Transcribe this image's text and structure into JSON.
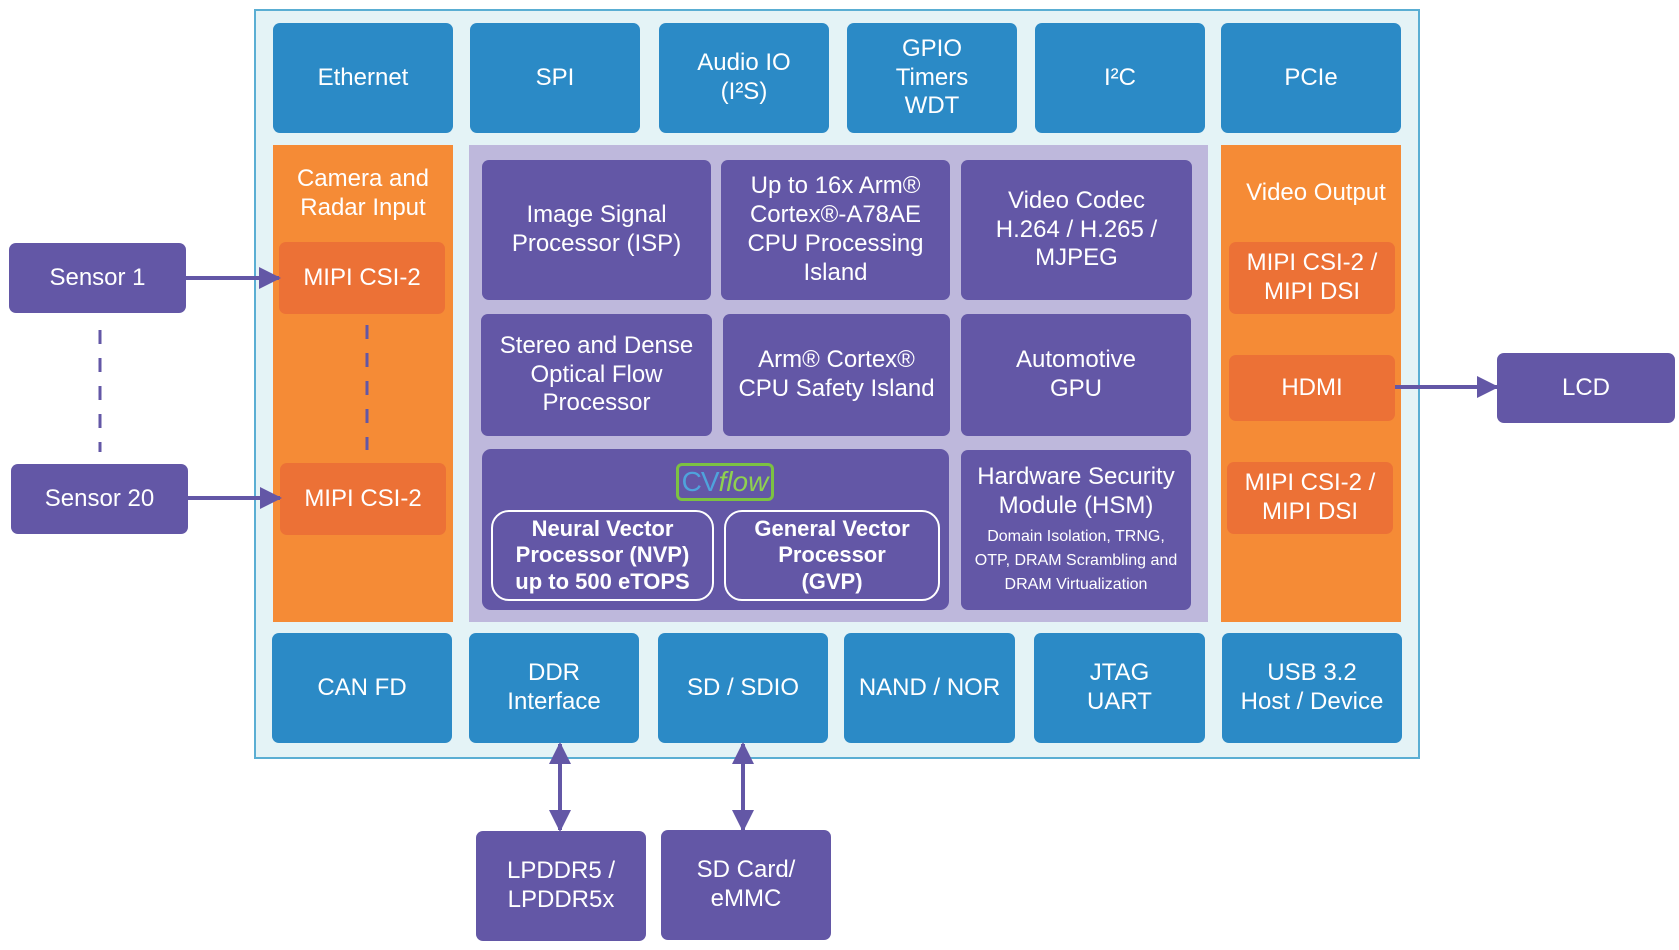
{
  "colors": {
    "interface_blue": "#2b8ac6",
    "compute_purple": "#6357a6",
    "io_orange": "#f58b36",
    "io_orange_sub": "#ec7136",
    "core_background": "#beb8dc",
    "soc_background": "#e4f3f6",
    "cvflow_green": "#7cc142",
    "cvflow_blue": "#4fa3dc"
  },
  "top_interfaces": [
    {
      "label": "Ethernet"
    },
    {
      "label": "SPI"
    },
    {
      "label": "Audio IO\n(I²S)"
    },
    {
      "label": "GPIO\nTimers\nWDT"
    },
    {
      "label": "I²C"
    },
    {
      "label": "PCIe"
    }
  ],
  "bottom_interfaces": [
    {
      "label": "CAN FD"
    },
    {
      "label": "DDR\nInterface"
    },
    {
      "label": "SD / SDIO"
    },
    {
      "label": "NAND / NOR"
    },
    {
      "label": "JTAG\nUART"
    },
    {
      "label": "USB 3.2\nHost / Device"
    }
  ],
  "camera_input": {
    "title": "Camera and\nRadar Input",
    "ports": [
      {
        "label": "MIPI CSI-2"
      },
      {
        "label": "MIPI CSI-2"
      }
    ]
  },
  "video_output": {
    "title": "Video Output",
    "ports": [
      {
        "label": "MIPI CSI-2 /\nMIPI DSI"
      },
      {
        "label": "HDMI"
      },
      {
        "label": "MIPI CSI-2 /\nMIPI DSI"
      }
    ]
  },
  "core_blocks": [
    {
      "label": "Image Signal\nProcessor (ISP)"
    },
    {
      "label": "Up to 16x Arm®\nCortex®-A78AE\nCPU Processing\nIsland"
    },
    {
      "label": "Video Codec\nH.264 / H.265 /\nMJPEG"
    },
    {
      "label": "Stereo and Dense\nOptical Flow\nProcessor"
    },
    {
      "label": "Arm® Cortex®\nCPU Safety Island"
    },
    {
      "label": "Automotive\nGPU"
    }
  ],
  "cvflow": {
    "logo_cv": "CV",
    "logo_flow": "flow",
    "nvp": "Neural Vector\nProcessor (NVP)\nup to 500 eTOPS",
    "gvp": "General Vector\nProcessor\n(GVP)"
  },
  "hsm": {
    "title": "Hardware Security\nModule (HSM)",
    "detail": "Domain Isolation, TRNG,\nOTP, DRAM Scrambling and\nDRAM Virtualization"
  },
  "external": {
    "sensor_first": "Sensor 1",
    "sensor_last": "Sensor 20",
    "display": "LCD",
    "memory": "LPDDR5 /\nLPDDR5x",
    "storage": "SD Card/\neMMC"
  }
}
